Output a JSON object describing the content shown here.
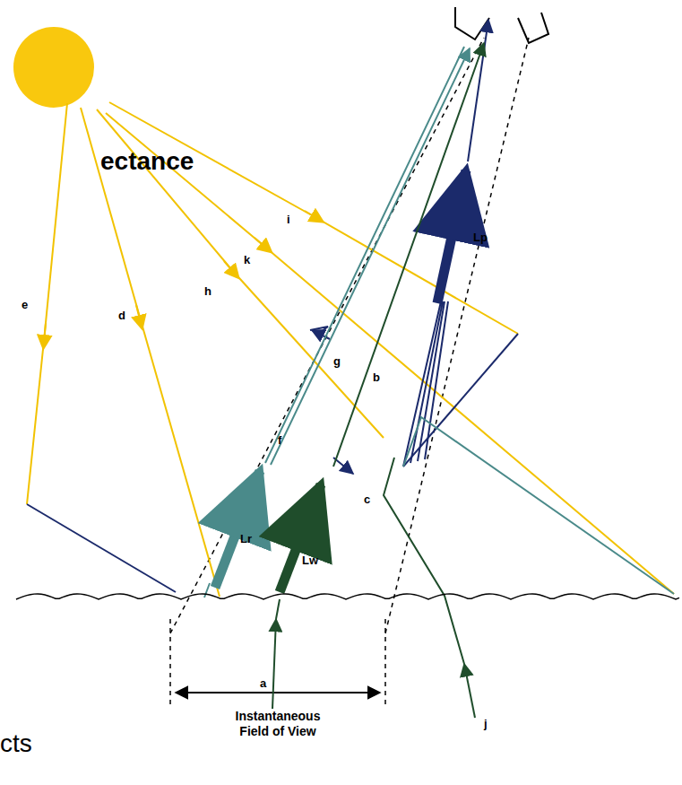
{
  "diagram": {
    "labels": [
      "ectance",
      "i",
      "k",
      "h",
      "e",
      "d",
      "g",
      "b",
      "f",
      "c",
      "Lp",
      "Lr",
      "Lw",
      "a",
      "j",
      "Instantaneous Field of View",
      "cts"
    ]
  }
}
